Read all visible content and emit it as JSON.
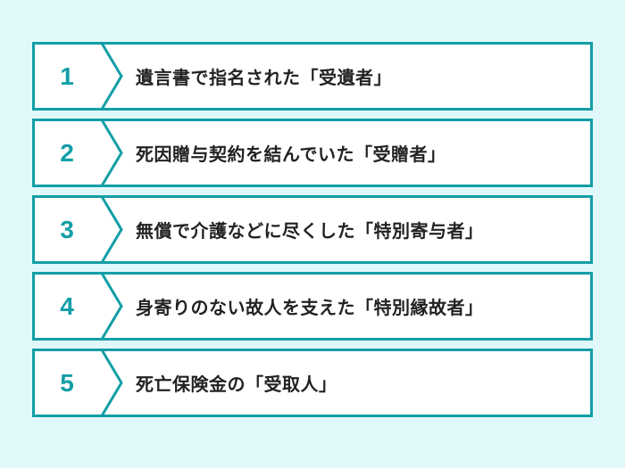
{
  "colors": {
    "background": "#e1f8fb",
    "accent": "#139ea6",
    "text": "#222222",
    "box": "#ffffff"
  },
  "items": [
    {
      "number": "1",
      "text": "遺言書で指名された「受遺者」"
    },
    {
      "number": "2",
      "text": "死因贈与契約を結んでいた「受贈者」"
    },
    {
      "number": "3",
      "text": "無償で介護などに尽くした「特別寄与者」"
    },
    {
      "number": "4",
      "text": "身寄りのない故人を支えた「特別縁故者」"
    },
    {
      "number": "5",
      "text": "死亡保険金の「受取人」"
    }
  ]
}
